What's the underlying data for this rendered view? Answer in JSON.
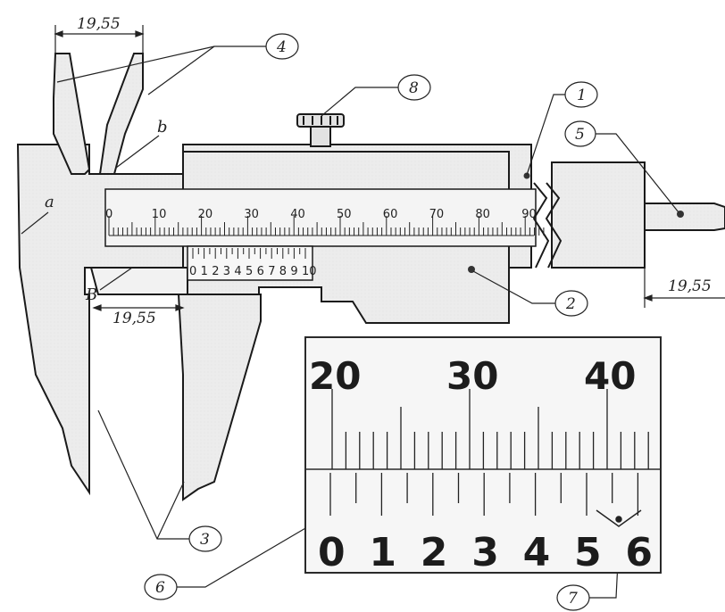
{
  "labels": {
    "a": "a",
    "b": "b",
    "B": "B",
    "dim_top": "19,55",
    "dim_inner": "19,55",
    "dim_right": "19,55"
  },
  "callouts": [
    "1",
    "2",
    "3",
    "4",
    "5",
    "6",
    "7",
    "8"
  ],
  "main_scale": [
    "0",
    "10",
    "20",
    "30",
    "40",
    "50",
    "60",
    "70",
    "80",
    "90"
  ],
  "vernier_scale": [
    "0",
    "1",
    "2",
    "3",
    "4",
    "5",
    "6",
    "7",
    "8",
    "9",
    "10"
  ],
  "inset": {
    "top_numbers": [
      "20",
      "30",
      "40"
    ],
    "bottom_numbers": [
      "0",
      "1",
      "2",
      "3",
      "4",
      "5",
      "6"
    ]
  }
}
